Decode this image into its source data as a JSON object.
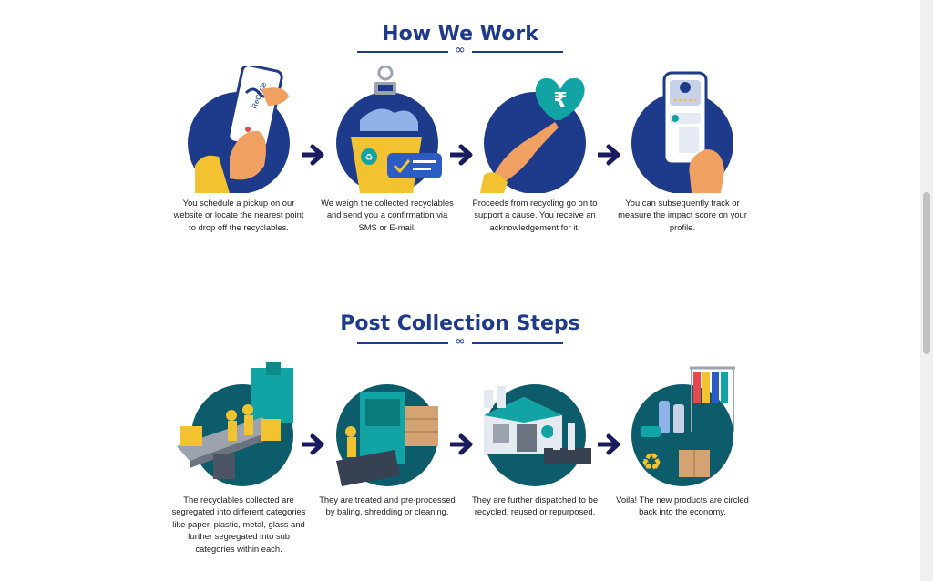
{
  "how_we_work": {
    "title": "How We Work",
    "steps": [
      {
        "icon": "phone-schedule-icon",
        "caption": "You schedule a pickup on our website or locate the nearest point to drop off the recyclables.",
        "brand_text": "ReCircle"
      },
      {
        "icon": "weighing-scale-bin-icon",
        "caption": "We weigh the collected recyclables and send you a confirmation via SMS or E-mail."
      },
      {
        "icon": "rupee-heart-icon",
        "caption": "Proceeds from recycling go on to support a cause. You receive an acknowledgement for it."
      },
      {
        "icon": "phone-profile-track-icon",
        "caption": "You can subsequently track or measure the impact score on your profile."
      }
    ]
  },
  "post_collection": {
    "title": "Post Collection Steps",
    "steps": [
      {
        "icon": "conveyor-sorting-icon",
        "caption": "The recyclables collected are segregated into different categories like paper, plastic, metal, glass and further segregated into sub categories within each."
      },
      {
        "icon": "baling-machine-icon",
        "caption": "They are treated and pre-processed by baling, shredding or cleaning."
      },
      {
        "icon": "recycling-factory-icon",
        "caption": "They are further dispatched to be recycled, reused or repurposed."
      },
      {
        "icon": "new-products-icon",
        "caption": "Voila! The new products are circled back into the economy."
      }
    ]
  },
  "colors": {
    "title": "#1e3a8a",
    "circle_blue": "#1e3a8a",
    "circle_teal": "#0d5c6b",
    "arrow": "#1a1a5e",
    "accent_yellow": "#f2c230",
    "accent_teal": "#12a4a4"
  },
  "infinity_symbol": "∞"
}
